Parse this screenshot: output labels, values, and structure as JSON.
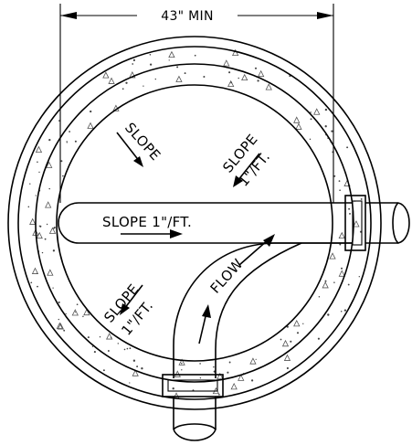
{
  "labels": {
    "dimension": "43\" MIN",
    "slope_upper_left": "SLOPE",
    "slope_upper_right_1": "SLOPE",
    "slope_upper_right_2": "1\"/FT.",
    "channel_slope": "SLOPE 1\"/FT.",
    "slope_lower_left_1": "SLOPE",
    "slope_lower_left_2": "1\"/FT.",
    "flow": "FLOW"
  },
  "colors": {
    "line": "#000000",
    "background": "#ffffff"
  }
}
